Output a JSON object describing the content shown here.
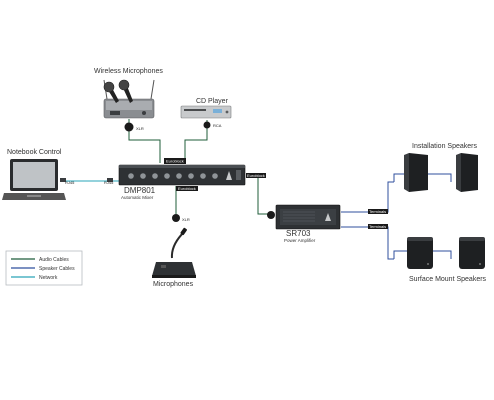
{
  "labels": {
    "wireless_microphones": "Wireless Microphones",
    "cd_player": "CD Player",
    "notebook_control": "Notebook Control",
    "dmp801": "DMP801",
    "automatic_mixer": "Automatic Mixer",
    "sr703": "SR703",
    "power_amplifier": "Power Amplifier",
    "installation_speakers": "Installation Speakers",
    "surface_mount_speakers": "Surface Mount Speakers",
    "microphones": "Microphones"
  },
  "connectors": {
    "xlr_wireless": "XLR",
    "rca": "RCA",
    "rj45_left": "RJ45",
    "rj45_right": "RJ45",
    "xlr_mic": "XLR",
    "euroblock_top": "Euroblock",
    "euroblock_bottom": "Euroblock",
    "euroblock_amp": "Euroblock",
    "terminals_top": "Terminals",
    "terminals_bottom": "Terminals"
  },
  "legend": {
    "items": [
      {
        "label": "Audio Cables",
        "color": "#1f5c3a"
      },
      {
        "label": "Speaker Cables",
        "color": "#2f4f9e"
      },
      {
        "label": "Network",
        "color": "#2aa5b8"
      }
    ]
  }
}
